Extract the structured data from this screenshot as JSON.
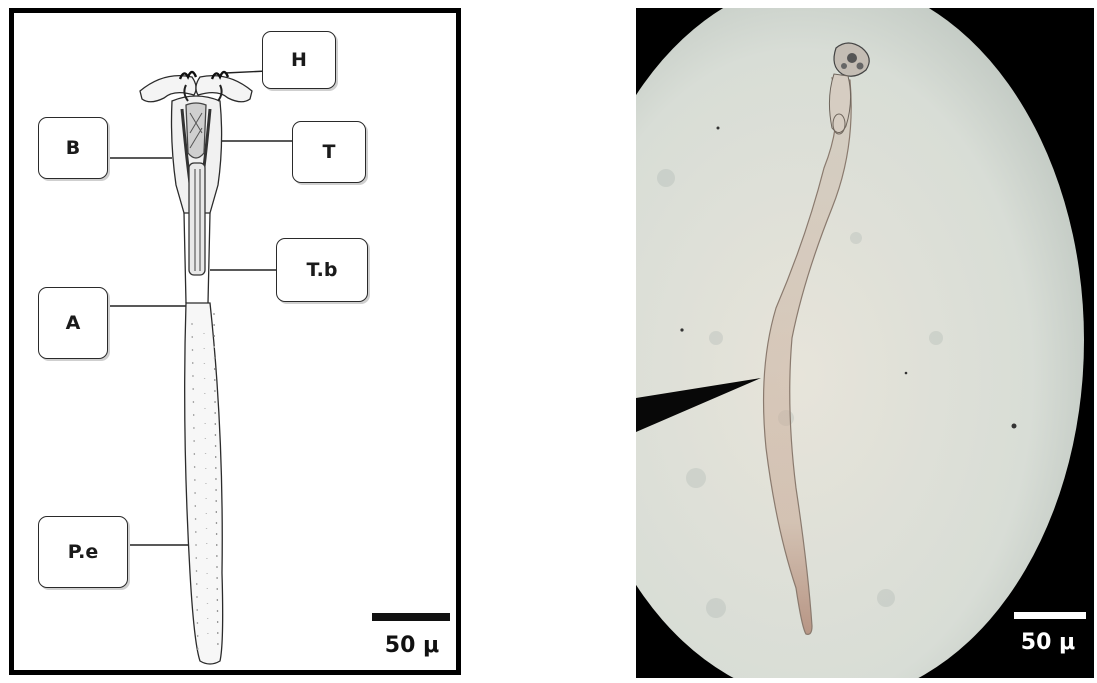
{
  "drawing": {
    "labels": {
      "h": "H",
      "b": "B",
      "t": "T",
      "tb": "T.b",
      "a": "A",
      "pe": "P.e"
    },
    "scale_label": "50 μ"
  },
  "micrograph": {
    "scale_label": "50 μ"
  }
}
